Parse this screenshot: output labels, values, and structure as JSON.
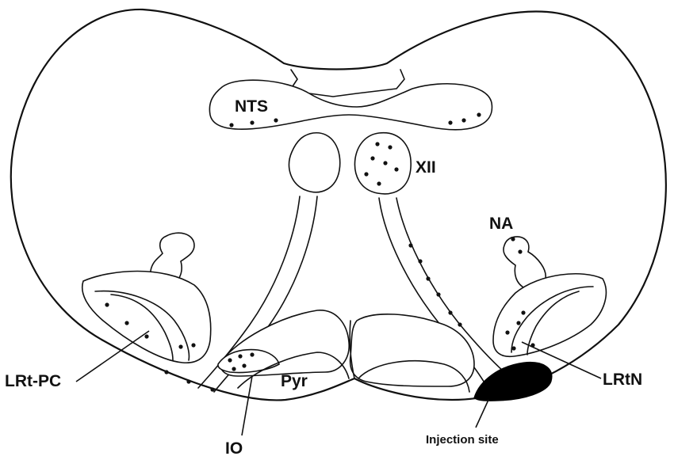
{
  "diagram": {
    "labels": {
      "nts": "NTS",
      "xii": "XII",
      "na": "NA",
      "lrt_pc": "LRt-PC",
      "pyr": "Pyr",
      "lrtn": "LRtN",
      "io": "IO",
      "injection_site": "Injection site"
    },
    "colors": {
      "ink": "#111111",
      "background": "#ffffff",
      "injection_fill": "#000000"
    }
  }
}
